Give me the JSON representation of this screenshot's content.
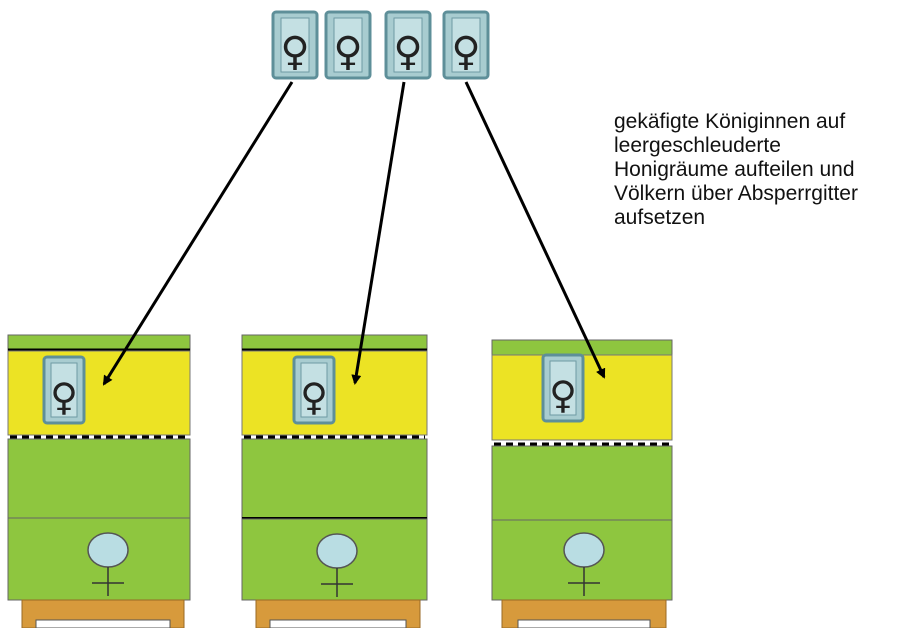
{
  "description": "gekäfigte Königinnen auf\nleergeschleuderte\nHonigräume aufteilen und\nVölkern über Absperrgitter\naufsetzen",
  "queen_symbol": "♀",
  "colors": {
    "cage_fill": "#a8ccd0",
    "cage_border": "#5e8f99",
    "cage_inner": "#c4e0e3",
    "honey_super": "#ece324",
    "brood_box": "#8ec63f",
    "lid": "#8ec63f",
    "stand": "#d79a3c",
    "queen_circle": "#b9dde3",
    "arrow": "#000000"
  },
  "loose_cages": 4,
  "hives": [
    {
      "name": "hive-1",
      "caged_queen": true,
      "excluder": true,
      "free_queen": true
    },
    {
      "name": "hive-2",
      "caged_queen": true,
      "excluder": true,
      "free_queen": true
    },
    {
      "name": "hive-3",
      "caged_queen": true,
      "excluder": true,
      "free_queen": true
    }
  ]
}
